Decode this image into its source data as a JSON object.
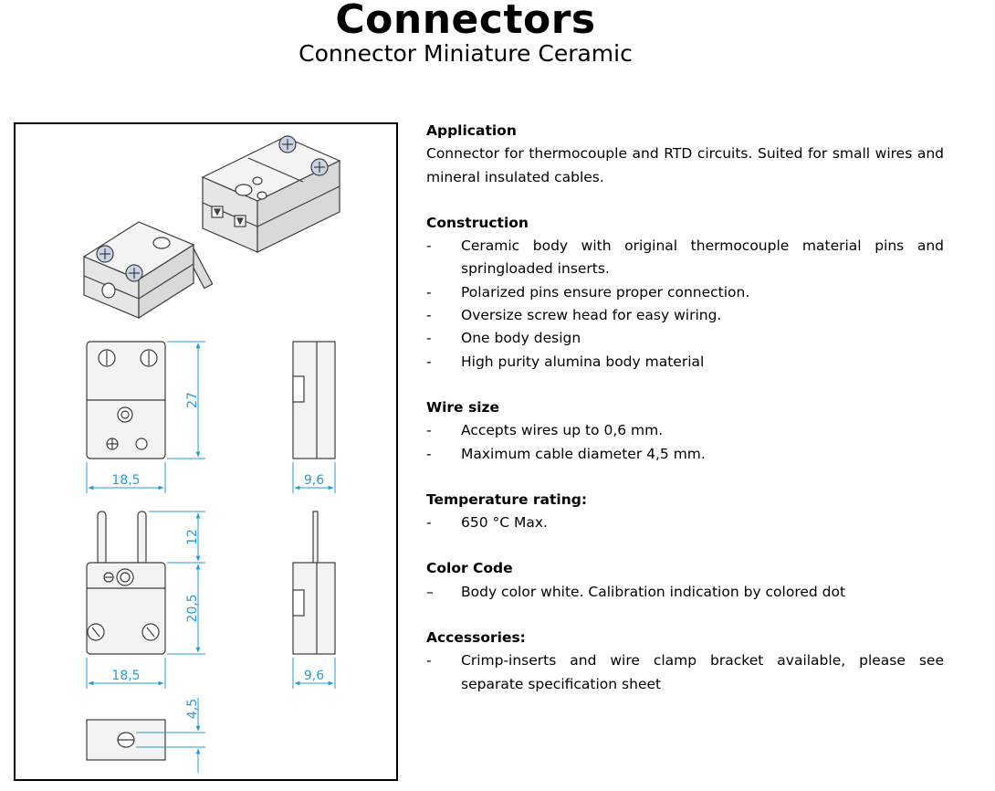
{
  "header": {
    "title": "Connectors",
    "subtitle": "Connector Miniature Ceramic"
  },
  "figure": {
    "dimensions": {
      "front_height": "27",
      "front_width": "18,5",
      "side_width": "9,6",
      "pin_length": "12",
      "body_height": "20,5",
      "bottom_width": "18,5",
      "bottom_side_width": "9,6",
      "cable_diameter": "4,5"
    },
    "colors": {
      "dimension_lines": "#2a9bd6",
      "outline": "#3c3c3c"
    }
  },
  "sections": [
    {
      "heading": "Application",
      "paragraph": "Connector for thermocouple and RTD circuits. Suited for small wires and mineral insulated cables."
    },
    {
      "heading": "Construction",
      "items": [
        {
          "marker": "-",
          "text": "Ceramic body with original thermocouple material pins and springloaded inserts."
        },
        {
          "marker": "-",
          "text": "Polarized pins ensure proper connection."
        },
        {
          "marker": "-",
          "text": "Oversize screw head for easy wiring."
        },
        {
          "marker": "-",
          "text": "One body design"
        },
        {
          "marker": "-",
          "text": "High purity alumina body material"
        }
      ]
    },
    {
      "heading": "Wire size",
      "items": [
        {
          "marker": "-",
          "text": "Accepts wires up to 0,6 mm."
        },
        {
          "marker": "-",
          "text": "Maximum cable diameter 4,5 mm."
        }
      ]
    },
    {
      "heading": "Temperature rating:",
      "items": [
        {
          "marker": "-",
          "text": "650 °C Max."
        }
      ]
    },
    {
      "heading": "Color Code",
      "items": [
        {
          "marker": "–",
          "text": "Body color white. Calibration indication by colored dot"
        }
      ]
    },
    {
      "heading": "Accessories:",
      "items": [
        {
          "marker": "-",
          "text": "Crimp-inserts and wire clamp bracket available, please see separate specification sheet"
        }
      ]
    }
  ]
}
